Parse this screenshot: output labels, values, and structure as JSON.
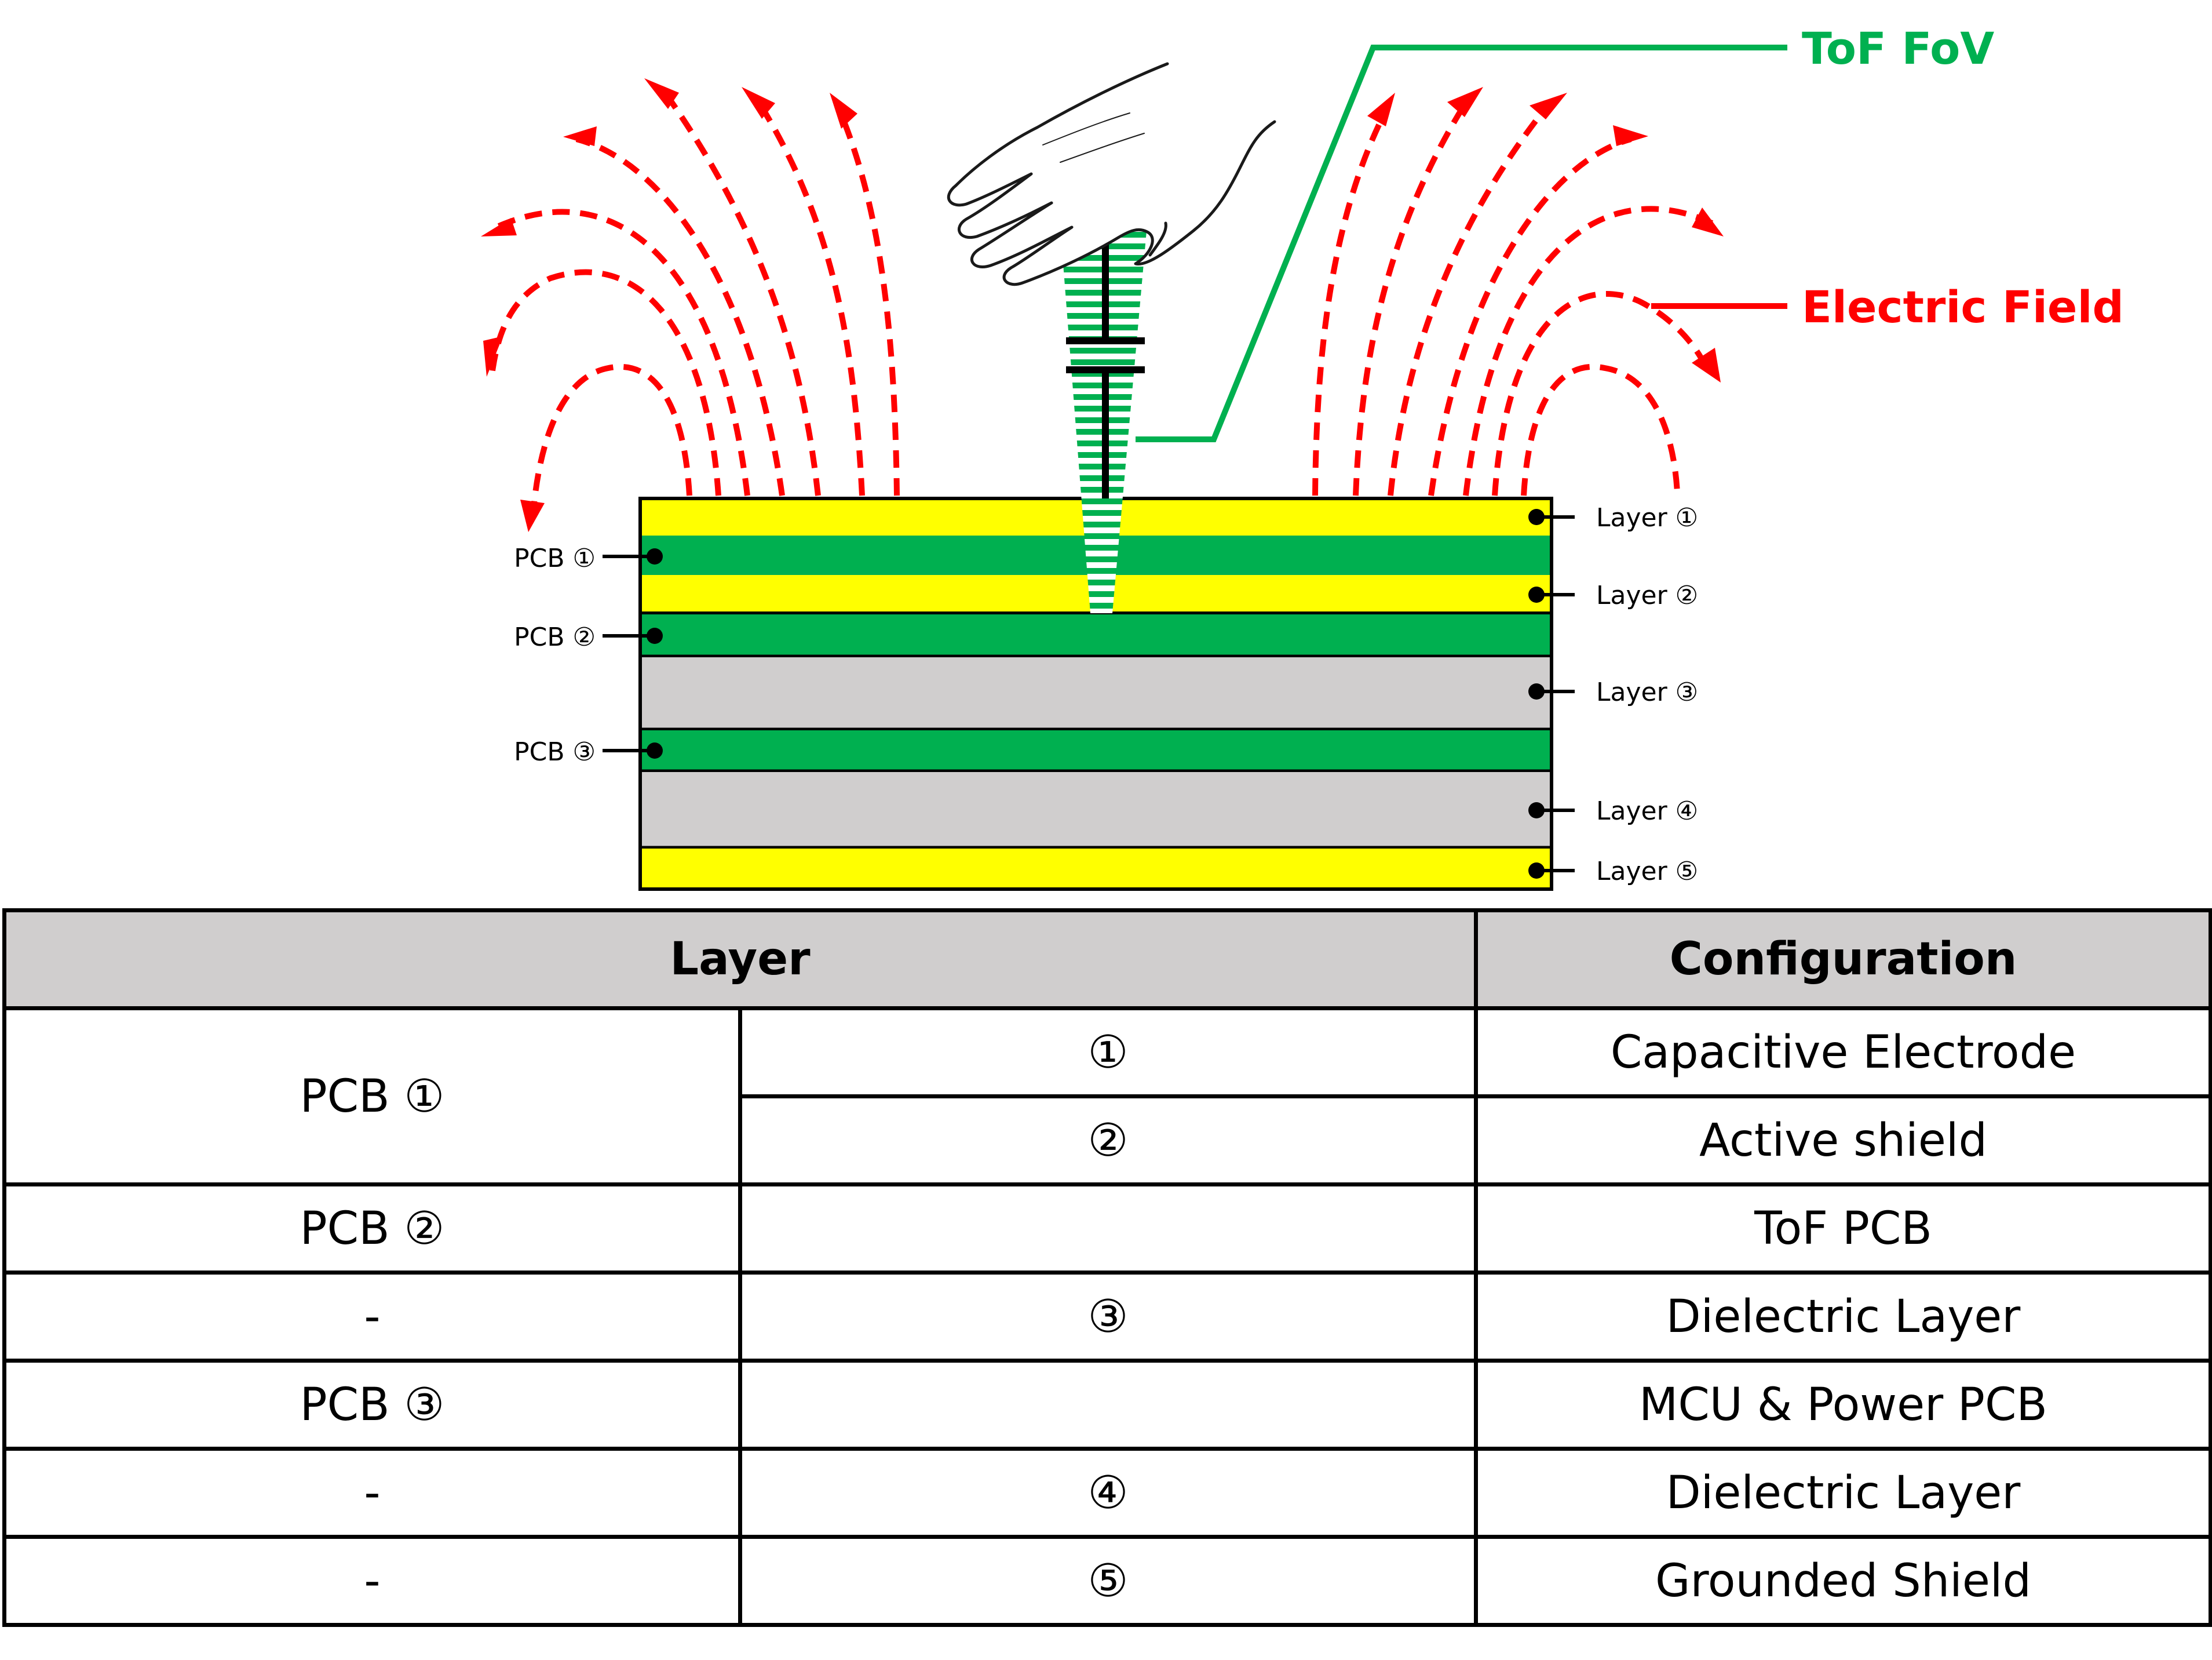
{
  "callouts": {
    "tof_fov": "ToF FoV",
    "electric_field": "Electric Field"
  },
  "pcb_labels": [
    "PCB ①",
    "PCB ②",
    "PCB ③"
  ],
  "layer_labels": [
    "Layer ①",
    "Layer ②",
    "Layer ③",
    "Layer ④",
    "Layer ⑤"
  ],
  "colors": {
    "copper_layer": "#ffff00",
    "pcb": "#00b050",
    "dielectric": "#d0cece",
    "field_lines": "#ff0000",
    "tof_fov": "#00b050",
    "table_header": "#d0cece"
  },
  "table": {
    "headers": {
      "layer": "Layer",
      "configuration": "Configuration"
    },
    "rows": [
      {
        "pcb": "PCB ①",
        "layer": "①",
        "configuration": "Capacitive Electrode"
      },
      {
        "pcb": "",
        "layer": "②",
        "configuration": "Active shield"
      },
      {
        "pcb": "PCB ②",
        "layer": "",
        "configuration": "ToF PCB"
      },
      {
        "pcb": "-",
        "layer": "③",
        "configuration": "Dielectric Layer"
      },
      {
        "pcb": "PCB ③",
        "layer": "",
        "configuration": "MCU & Power PCB"
      },
      {
        "pcb": "-",
        "layer": "④",
        "configuration": "Dielectric Layer"
      },
      {
        "pcb": "-",
        "layer": "⑤",
        "configuration": "Grounded Shield"
      }
    ]
  }
}
